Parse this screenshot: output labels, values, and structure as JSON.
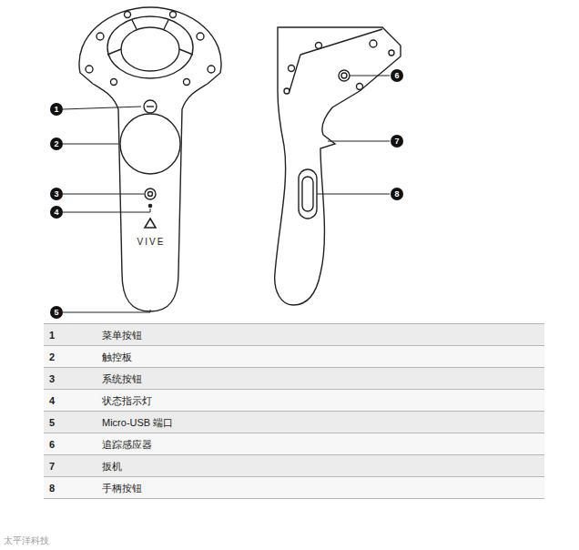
{
  "diagram": {
    "labels": [
      "1",
      "2",
      "3",
      "4",
      "5",
      "6",
      "7",
      "8",
      "VIVE",
      "1",
      "菜单按钮",
      "2",
      "触控板",
      "3",
      "系统按钮",
      "4",
      "状态指示灯",
      "5",
      "Micro-USB 端口",
      "6",
      "追踪感应器",
      "7",
      "扳机",
      "8",
      "手柄按钮",
      "太平洋科技"
    ]
  }
}
